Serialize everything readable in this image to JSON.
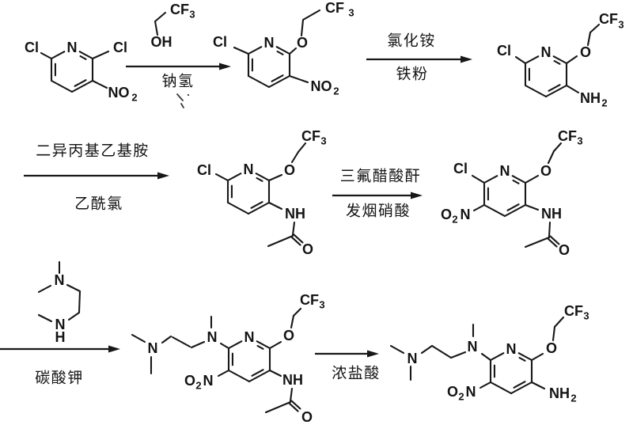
{
  "page": {
    "background": "#ffffff",
    "ink": "#181818",
    "kind": "chemical reaction scheme"
  },
  "atoms": {
    "Cl": "Cl",
    "N": "N",
    "O": "O",
    "OH": "OH",
    "NH": "NH",
    "H": "H",
    "CF": "CF",
    "NO": "NO",
    "2": "2",
    "3": "3"
  },
  "steps": [
    {
      "above": "",
      "below": "钠氢"
    },
    {
      "above": "氯化铵",
      "below": "铁粉"
    },
    {
      "above": "二异丙基乙基胺",
      "below": "乙酰氯"
    },
    {
      "above": "三氟醋酸酐",
      "below": "发烟硝酸"
    },
    {
      "above": "",
      "below": "碳酸钾"
    },
    {
      "above": "",
      "below": "浓盐酸"
    }
  ],
  "molecules": [
    {
      "id": "reagent-trifluoroethanol",
      "visible_labels": [
        "CF3",
        "OH"
      ]
    },
    {
      "id": "compound-1",
      "visible_labels": [
        "Cl",
        "N",
        "Cl",
        "NO2"
      ]
    },
    {
      "id": "compound-2",
      "visible_labels": [
        "Cl",
        "N",
        "O",
        "CF3",
        "NO2"
      ]
    },
    {
      "id": "compound-3",
      "visible_labels": [
        "Cl",
        "N",
        "O",
        "CF3",
        "NH2"
      ]
    },
    {
      "id": "compound-4",
      "visible_labels": [
        "Cl",
        "N",
        "O",
        "CF3",
        "NH",
        "O"
      ]
    },
    {
      "id": "compound-5",
      "visible_labels": [
        "Cl",
        "N",
        "O",
        "CF3",
        "O2N",
        "NH",
        "O"
      ]
    },
    {
      "id": "reagent-trimethylethylenediamine",
      "visible_labels": [
        "N",
        "N",
        "H"
      ]
    },
    {
      "id": "compound-6",
      "visible_labels": [
        "N",
        "N",
        "N",
        "O",
        "CF3",
        "O2N",
        "NH",
        "O"
      ]
    },
    {
      "id": "compound-7",
      "visible_labels": [
        "N",
        "N",
        "N",
        "O",
        "CF3",
        "O2N",
        "NH2"
      ]
    }
  ]
}
